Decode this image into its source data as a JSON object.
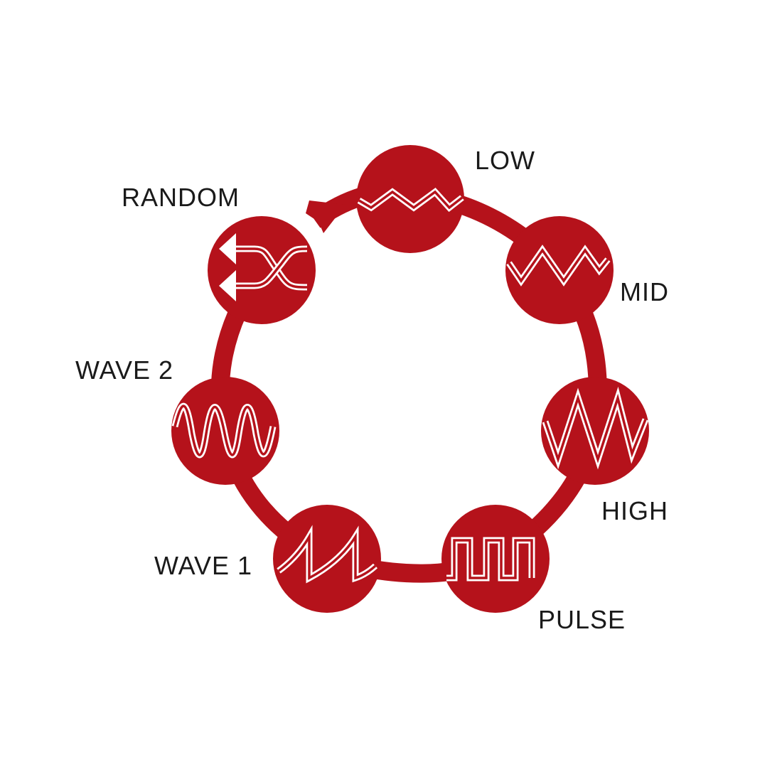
{
  "diagram": {
    "accent_color": "#b5121b",
    "icon_color": "#ffffff",
    "nodes": [
      {
        "id": "low",
        "label": "LOW",
        "icon": "low-triangle-wave-icon"
      },
      {
        "id": "mid",
        "label": "MID",
        "icon": "mid-triangle-wave-icon"
      },
      {
        "id": "high",
        "label": "HIGH",
        "icon": "high-triangle-wave-icon"
      },
      {
        "id": "pulse",
        "label": "PULSE",
        "icon": "square-pulse-wave-icon"
      },
      {
        "id": "wave1",
        "label": "WAVE 1",
        "icon": "sawtooth-wave-icon"
      },
      {
        "id": "wave2",
        "label": "WAVE 2",
        "icon": "sine-wave-icon"
      },
      {
        "id": "random",
        "label": "RANDOM",
        "icon": "shuffle-icon"
      }
    ],
    "cycle_arrow": "arrow-icon"
  }
}
